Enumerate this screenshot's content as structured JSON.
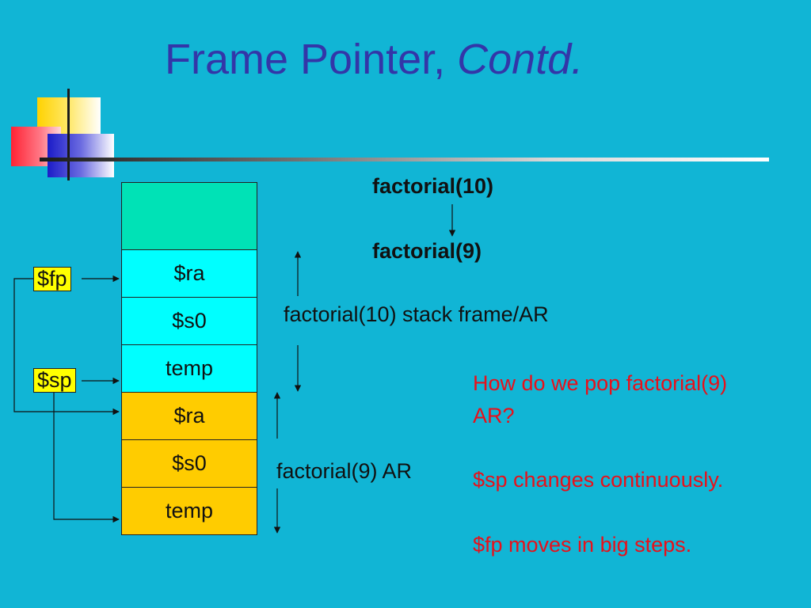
{
  "slide": {
    "title_main": "Frame Pointer, ",
    "title_italic": "Contd."
  },
  "stack": {
    "cells": [
      "",
      "$ra",
      "$s0",
      "temp",
      "$ra",
      "$s0",
      "temp"
    ]
  },
  "registers": {
    "fp": "$fp",
    "sp": "$sp"
  },
  "calls": {
    "outer": "factorial(10)",
    "inner": "factorial(9)"
  },
  "frames": {
    "outer_label": "factorial(10) stack frame/AR",
    "inner_label": "factorial(9) AR"
  },
  "notes": {
    "question_line1": "How do we pop factorial(9)",
    "question_line2": "AR?",
    "sp_note": "$sp changes continuously.",
    "fp_note": "$fp moves in big steps."
  },
  "colors": {
    "background": "#11b5d5",
    "title": "#3336a8",
    "caller_frame": "#00ffff",
    "callee_frame": "#ffcc00",
    "register_box": "#ffff00",
    "note_text": "#e8101a"
  }
}
